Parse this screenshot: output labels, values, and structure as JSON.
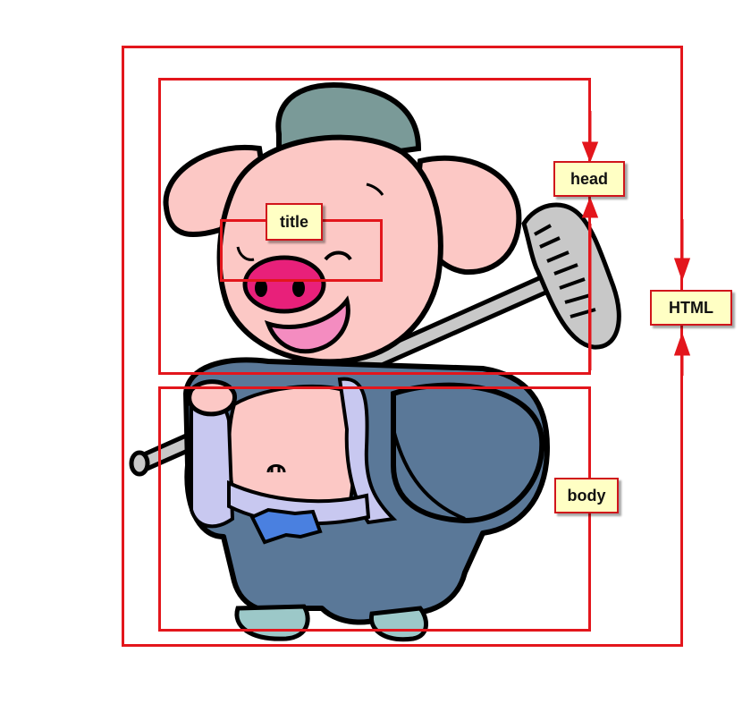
{
  "labels": {
    "html": "HTML",
    "head": "head",
    "title": "title",
    "body": "body"
  },
  "illustration": {
    "subject": "pig-cartoon",
    "icon": "pig-with-rake-icon"
  },
  "colors": {
    "box_border": "#e3161c",
    "label_fill": "#ffffc4",
    "pig_skin": "#fcc8c5",
    "snout": "#e8207a",
    "jacket": "#5a7898",
    "cap": "#7a9a98",
    "rake": "#c8c8c8"
  }
}
